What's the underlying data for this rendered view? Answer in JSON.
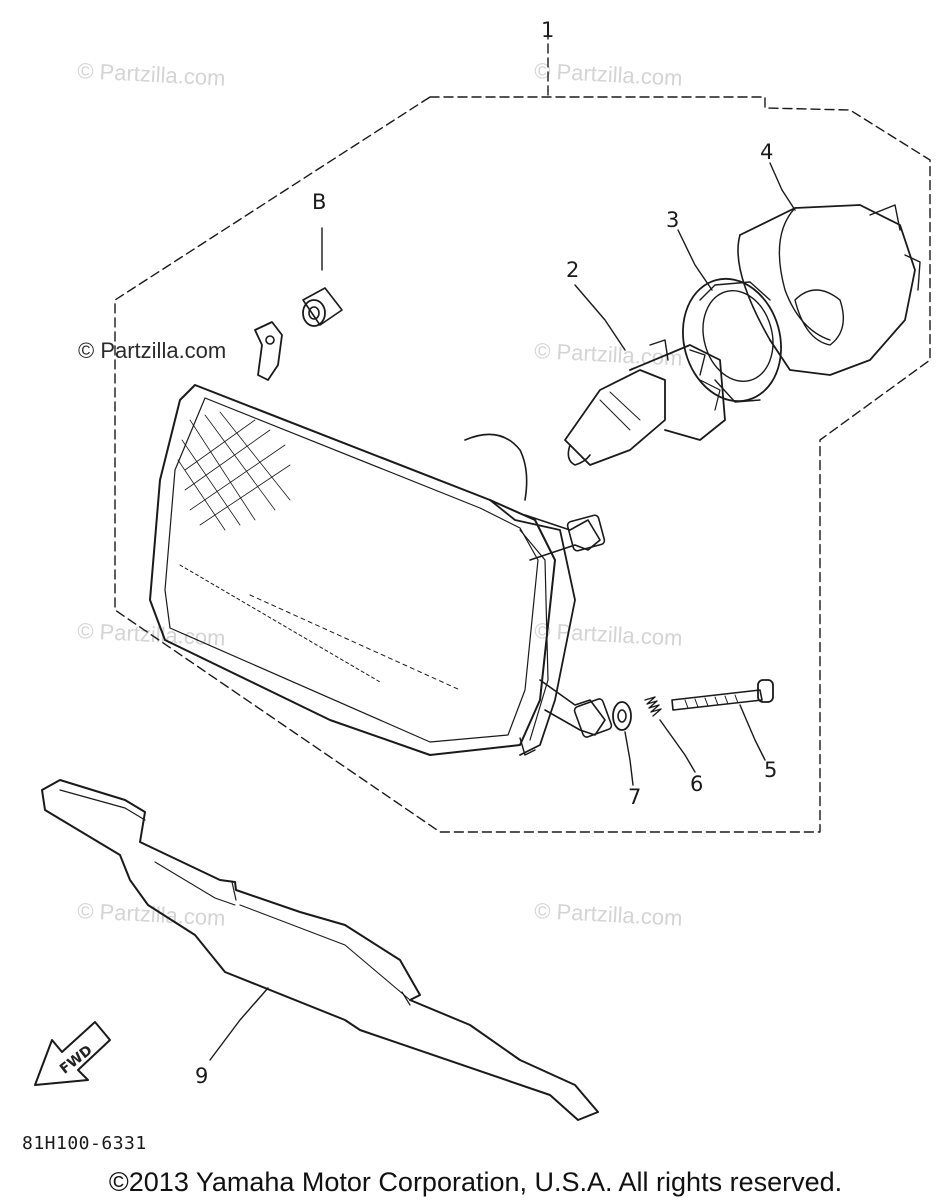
{
  "watermark": "© Partzilla.com",
  "callouts": {
    "c1": "1",
    "c2": "2",
    "c3": "3",
    "c4": "4",
    "c5": "5",
    "c6": "6",
    "c7": "7",
    "c9": "9",
    "cB": "B"
  },
  "fwd_label": "FWD",
  "diagram_code": "81H100-6331",
  "copyright": "©2013 Yamaha Motor Corporation, U.S.A. All rights reserved."
}
